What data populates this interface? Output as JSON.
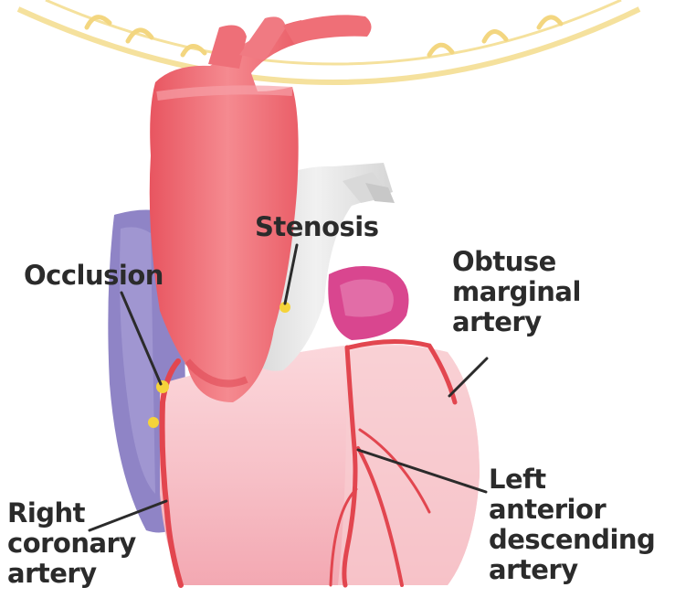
{
  "labels": {
    "stenosis": "Stenosis",
    "occlusion": "Occlusion",
    "obtuse_marginal": [
      "Obtuse",
      "marginal",
      "artery"
    ],
    "right_coronary": [
      "Right",
      "coronary",
      "artery"
    ],
    "lad": [
      "Left",
      "anterior",
      "descending",
      "artery"
    ]
  },
  "colors": {
    "aorta": "#ef6b73",
    "pulmonary": "#e3e3e3",
    "left_atrium": "#d9468f",
    "right_atrium": "#8f84c6",
    "ventricle": "#f7c4cb",
    "artery": "#e2464f",
    "lesion": "#f5d33a",
    "watermark": "#f2d57a",
    "text": "#2b2b2b"
  }
}
